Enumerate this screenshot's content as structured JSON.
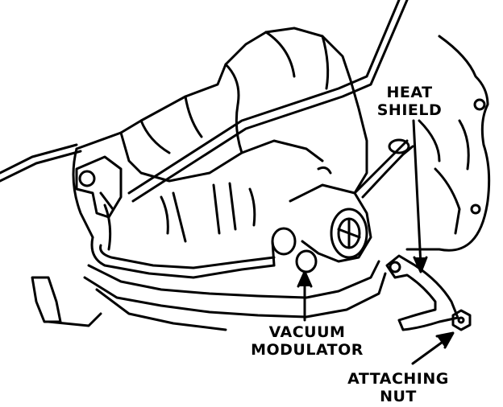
{
  "labels": {
    "heat_shield": [
      "HEAT",
      "SHIELD"
    ],
    "vacuum_modulator": [
      "VACUUM",
      "MODULATOR"
    ],
    "attaching_nut": [
      "ATTACHING",
      "NUT"
    ]
  },
  "colors": {
    "ink": "#000000",
    "paper": "#ffffff"
  }
}
